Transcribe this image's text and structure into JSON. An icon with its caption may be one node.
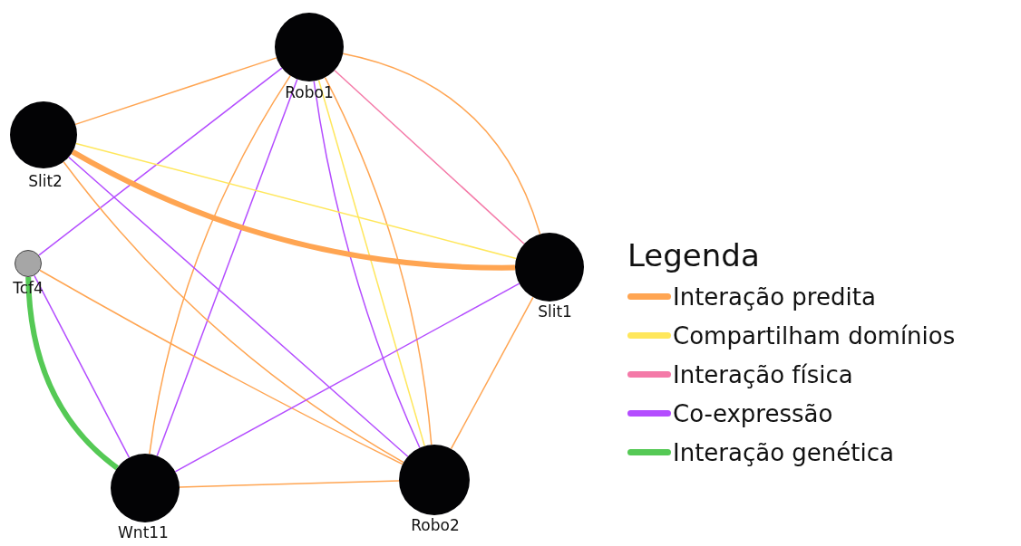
{
  "diagram": {
    "nodes": [
      {
        "text": [
          "Robo1"
        ]
      },
      {
        "text": [
          "Slit2"
        ]
      },
      {
        "text": [
          "Tcf4"
        ]
      },
      {
        "text": [
          "Slit1"
        ]
      },
      {
        "text": [
          "Wnt11"
        ]
      },
      {
        "text": [
          "Robo2"
        ]
      }
    ],
    "edges": [
      {
        "from": 0,
        "to": 1,
        "arrow": "none"
      },
      {
        "from": 0,
        "to": 2,
        "arrow": "none",
        "color": "#b44dff"
      },
      {
        "from": 0,
        "to": 4,
        "arrow": "none"
      },
      {
        "from": 0,
        "to": 4,
        "arrow": "none",
        "color": "#b44dff"
      },
      {
        "from": 0,
        "to": 5,
        "arrow": "none",
        "color": "#b44dff"
      },
      {
        "from": 0,
        "to": 5,
        "arrow": "none",
        "color": "#ffe75c"
      },
      {
        "from": 0,
        "to": 5,
        "arrow": "none"
      },
      {
        "from": 0,
        "to": 3,
        "arrow": "none",
        "color": "#f47aa8"
      },
      {
        "from": 0,
        "to": 3,
        "arrow": "none"
      },
      {
        "from": 1,
        "to": 3,
        "arrow": "none",
        "color": "#ffe75c"
      },
      {
        "from": 1,
        "to": 3,
        "arrow": "none",
        "style": "thick"
      },
      {
        "from": 1,
        "to": 5,
        "arrow": "none",
        "color": "#b44dff"
      },
      {
        "from": 1,
        "to": 5,
        "arrow": "none"
      },
      {
        "from": 2,
        "to": 5,
        "arrow": "none"
      },
      {
        "from": 2,
        "to": 4,
        "arrow": "none",
        "style": "thick",
        "color": "#55c955"
      },
      {
        "from": 2,
        "to": 4,
        "arrow": "none",
        "color": "#b44dff"
      },
      {
        "from": 3,
        "to": 4,
        "arrow": "none",
        "color": "#b44dff"
      },
      {
        "from": 3,
        "to": 5,
        "arrow": "none"
      },
      {
        "from": 4,
        "to": 5,
        "arrow": "none"
      }
    ],
    "labels": [
      "Legenda"
    ],
    "legend": [
      {
        "text": "Interação predita",
        "color": "#ffa552"
      },
      {
        "text": "Compartilham domínios",
        "color": "#ffe75c"
      },
      {
        "text": "Interação física",
        "color": "#f47aa8"
      },
      {
        "text": "Co-expressão",
        "color": "#b44dff"
      },
      {
        "text": "Interação genética",
        "color": "#55c955"
      }
    ]
  }
}
